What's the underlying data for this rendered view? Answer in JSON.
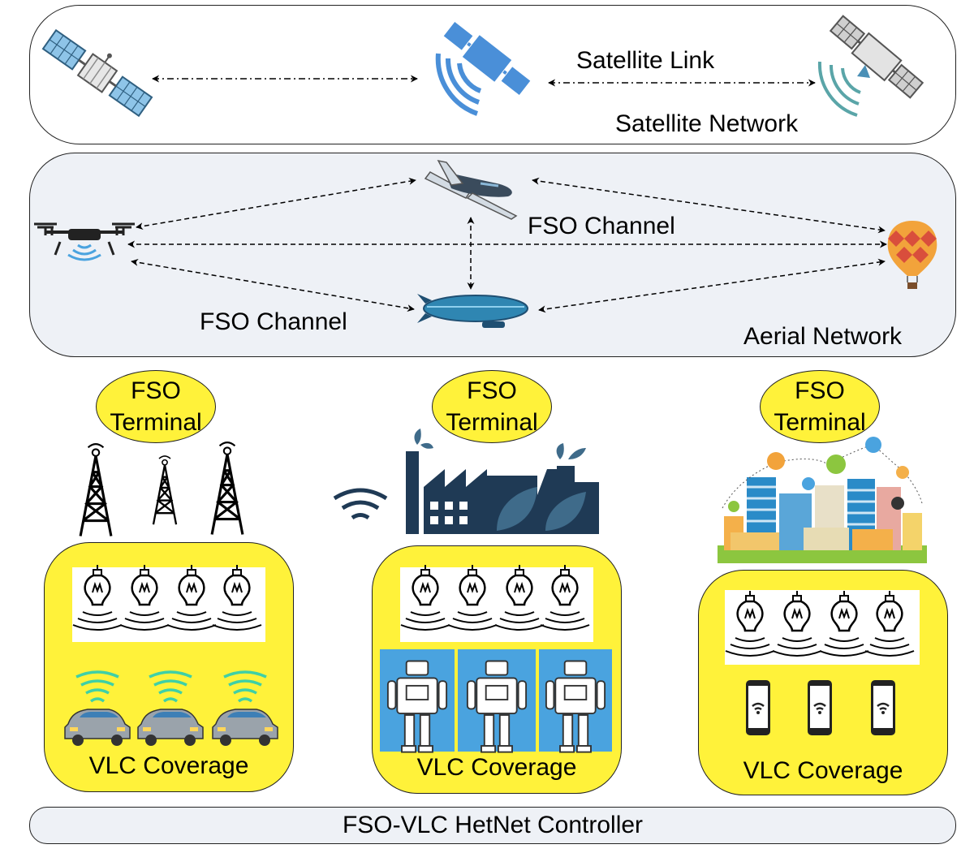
{
  "satellite_network": {
    "link_label": "Satellite Link",
    "network_label": "Satellite Network"
  },
  "aerial_network": {
    "fso_channel_top": "FSO Channel",
    "fso_channel_bottom": "FSO Channel",
    "network_label": "Aerial Network"
  },
  "terminals": [
    {
      "line1": "FSO",
      "line2": "Terminal"
    },
    {
      "line1": "FSO",
      "line2": "Terminal"
    },
    {
      "line1": "FSO",
      "line2": "Terminal"
    }
  ],
  "coverage": [
    {
      "label": "VLC Coverage"
    },
    {
      "label": "VLC Coverage"
    },
    {
      "label": "VLC Coverage"
    }
  ],
  "controller": {
    "label": "FSO-VLC HetNet Controller"
  },
  "colors": {
    "panel_fill": "#eef1f6",
    "yellow": "#fff23a",
    "robot_blue": "#4aa3df",
    "car_gray": "#9aa3ab",
    "factory_navy": "#1f3a55"
  }
}
